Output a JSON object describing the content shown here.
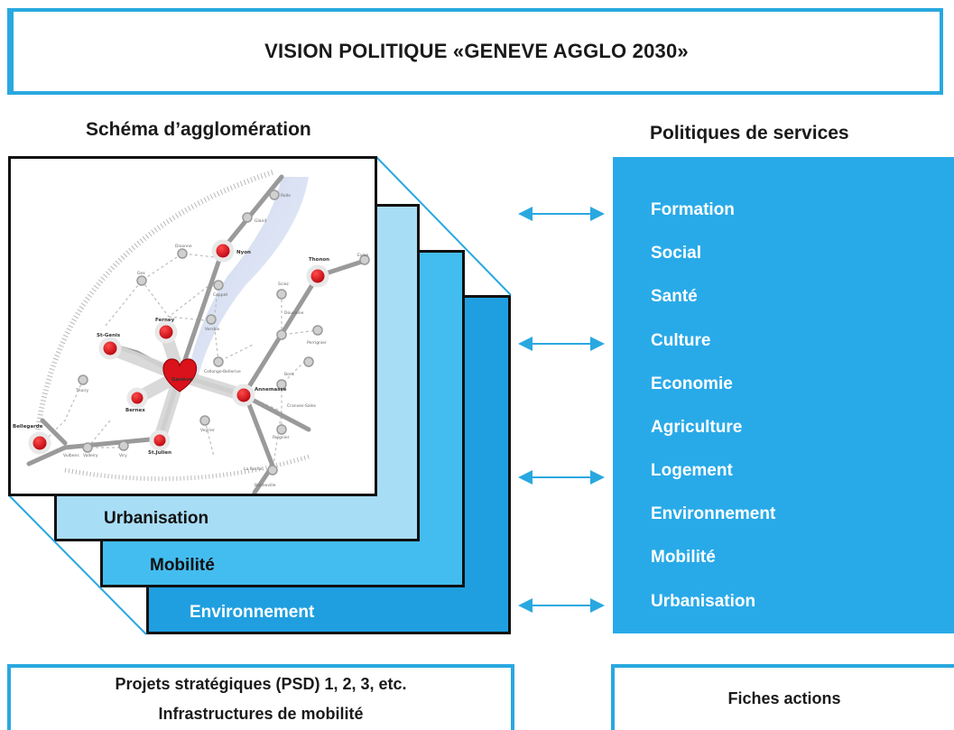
{
  "title": "VISION POLITIQUE «GENEVE AGGLO 2030»",
  "left_heading": "Schéma d’agglomération",
  "right_heading": "Politiques de services",
  "layers": [
    "Urbanisation",
    "Mobilité",
    "Environnement"
  ],
  "services": [
    "Formation",
    "Social",
    "Santé",
    "Culture",
    "Economie",
    "Agriculture",
    "Logement",
    "Environnement",
    "Mobilité",
    "Urbanisation"
  ],
  "map_places": {
    "main": [
      "Genève",
      "Nyon",
      "Thonon",
      "St-Genis",
      "Ferney",
      "Bernex",
      "Annemasse",
      "St.Julien",
      "Bellegarde"
    ],
    "secondary": [
      "Rolle",
      "Gland",
      "Evian",
      "Divonne",
      "Gex",
      "Coppet",
      "Versoix",
      "Douvaine",
      "Collonge-Bellerive",
      "Sciez",
      "Perrignier",
      "Thoiry",
      "Bons",
      "Cranves-Sales",
      "Reignier",
      "Vulbens",
      "Valleiry",
      "Viry",
      "Veyrier",
      "La Roche",
      "Bonneville"
    ]
  },
  "bottom_left": [
    "Projets stratégiques (PSD) 1, 2, 3, etc.",
    "Infrastructures de mobilité"
  ],
  "bottom_right": "Fiches actions",
  "colors": {
    "accent": "#29a8e0",
    "layer1": "#a8ddf6",
    "layer2": "#43bdef",
    "layer3": "#1f9fe0",
    "services_bg": "#29aae8",
    "node": "#d9121b"
  }
}
